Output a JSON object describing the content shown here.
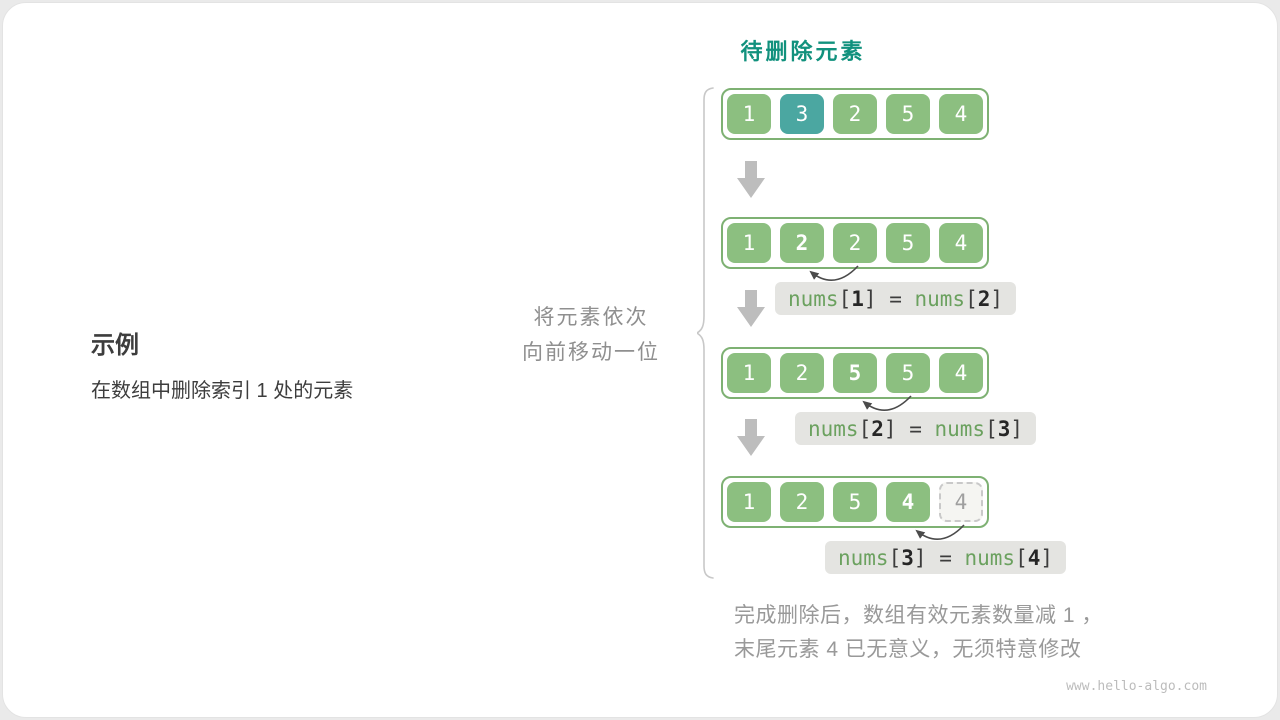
{
  "meta": {
    "watermark": "www.hello-algo.com"
  },
  "header": {
    "target_label": "待删除元素"
  },
  "example": {
    "title": "示例",
    "description": "在数组中删除索引 1 处的元素"
  },
  "shift_note": {
    "line1": "将元素依次",
    "line2": "向前移动一位"
  },
  "footer": {
    "line1": "完成删除后，数组有效元素数量减 1 ，",
    "line2": "末尾元素 4 已无意义，无须特意修改"
  },
  "colors": {
    "title_teal": "#11917d",
    "cell_green": "#8cbf80",
    "cell_teal": "#4ba7a1",
    "row_border": "#7eb173",
    "ghost_bg": "#f5f5f2",
    "ghost_border": "#c9c9c9",
    "ghost_text": "#9f9f9f",
    "arrow_gray": "#bdbdbd",
    "shift_arrow": "#4b4b4b",
    "code_bg": "#e4e4e1",
    "code_green": "#6ba15f"
  },
  "steps": [
    {
      "cells": [
        {
          "value": "1"
        },
        {
          "value": "3",
          "style": "highlight"
        },
        {
          "value": "2"
        },
        {
          "value": "5"
        },
        {
          "value": "4"
        }
      ]
    },
    {
      "cells": [
        {
          "value": "1"
        },
        {
          "value": "2",
          "style": "bold"
        },
        {
          "value": "2"
        },
        {
          "value": "5"
        },
        {
          "value": "4"
        }
      ],
      "move": {
        "from": 2,
        "to": 1
      },
      "code": {
        "lhs_fn": "nums",
        "lhs_index": "1",
        "rhs_fn": "nums",
        "rhs_index": "2"
      }
    },
    {
      "cells": [
        {
          "value": "1"
        },
        {
          "value": "2"
        },
        {
          "value": "5",
          "style": "bold"
        },
        {
          "value": "5"
        },
        {
          "value": "4"
        }
      ],
      "move": {
        "from": 3,
        "to": 2
      },
      "code": {
        "lhs_fn": "nums",
        "lhs_index": "2",
        "rhs_fn": "nums",
        "rhs_index": "3"
      }
    },
    {
      "cells": [
        {
          "value": "1"
        },
        {
          "value": "2"
        },
        {
          "value": "5"
        },
        {
          "value": "4",
          "style": "bold"
        },
        {
          "value": "4",
          "style": "ghost"
        }
      ],
      "move": {
        "from": 4,
        "to": 3
      },
      "code": {
        "lhs_fn": "nums",
        "lhs_index": "3",
        "rhs_fn": "nums",
        "rhs_index": "4"
      }
    }
  ]
}
